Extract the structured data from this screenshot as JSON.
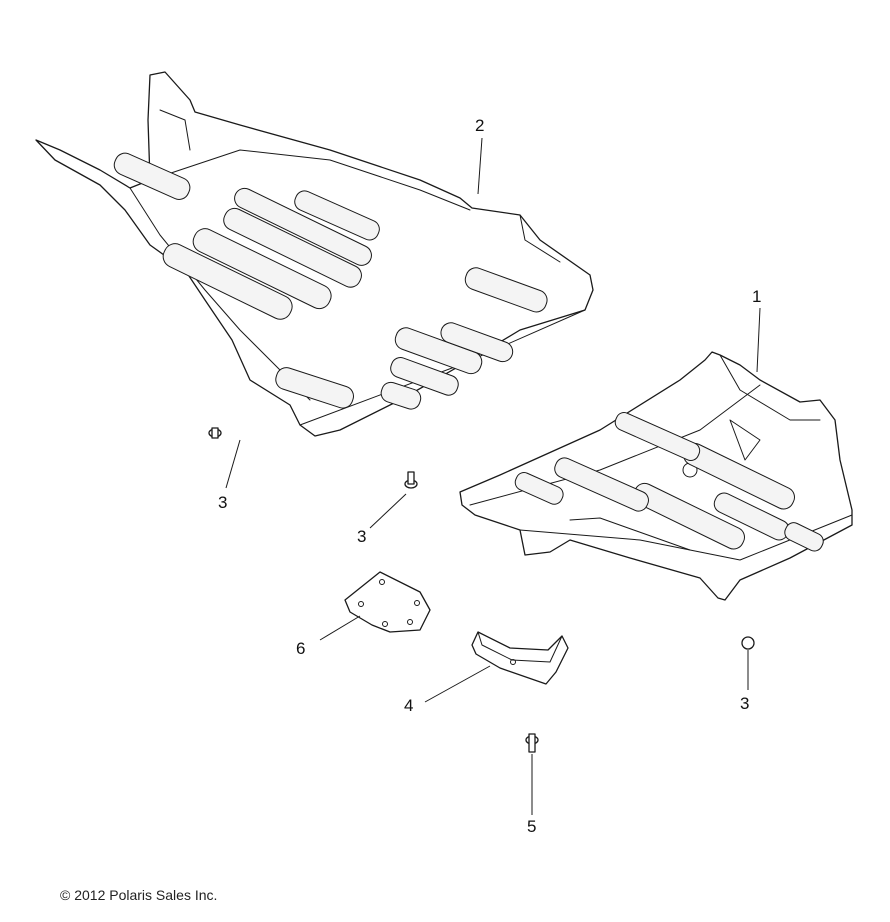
{
  "callouts": [
    {
      "id": "1",
      "label": "1"
    },
    {
      "id": "2",
      "label": "2"
    },
    {
      "id": "3a",
      "label": "3"
    },
    {
      "id": "3b",
      "label": "3"
    },
    {
      "id": "3c",
      "label": "3"
    },
    {
      "id": "4",
      "label": "4"
    },
    {
      "id": "5",
      "label": "5"
    },
    {
      "id": "6",
      "label": "6"
    }
  ],
  "copyright": "© 2012 Polaris Sales Inc."
}
